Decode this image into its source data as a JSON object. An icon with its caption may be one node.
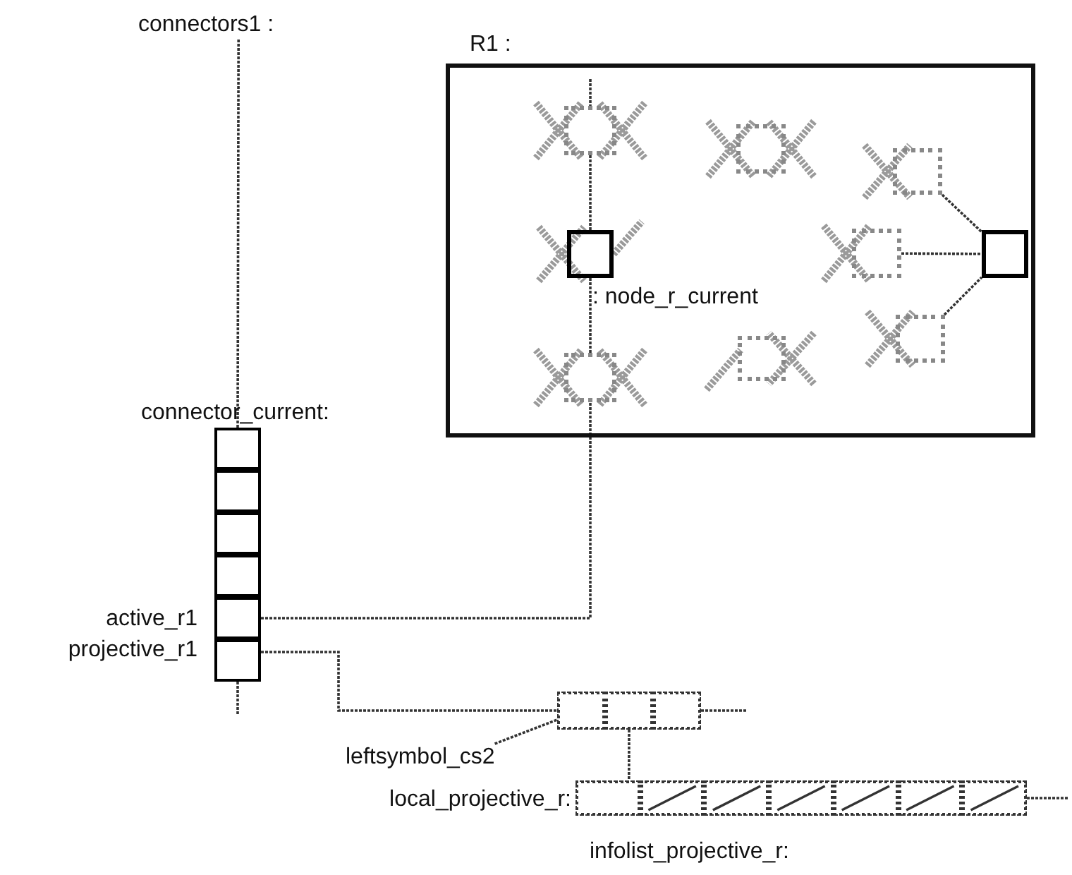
{
  "diagram": {
    "nodes": [
      {
        "text": [
          "connectors1  :"
        ]
      },
      {
        "text": [
          "connector_current:"
        ]
      },
      {
        "text": [],
        "shape": "box",
        "in": 1
      },
      {
        "text": [],
        "shape": "box",
        "in": 1
      },
      {
        "text": [],
        "shape": "box",
        "in": 1
      },
      {
        "text": [],
        "shape": "box",
        "in": 1
      },
      {
        "text": [],
        "shape": "box",
        "in": 1,
        "beside": [
          "active_r1"
        ]
      },
      {
        "text": [],
        "shape": "box",
        "in": 1,
        "beside": [
          "projective_r1"
        ]
      },
      {
        "text": [
          "R1  :"
        ]
      },
      {
        "text": [],
        "shape": "box",
        "in": 8
      },
      {
        "text": [],
        "shape": "box",
        "in": 8,
        "beside": [
          ":  node_r_current"
        ]
      },
      {
        "text": [],
        "shape": "box",
        "in": 8
      },
      {
        "text": [],
        "shape": "box",
        "in": 8
      },
      {
        "text": [],
        "shape": "box",
        "in": 8
      },
      {
        "text": [],
        "shape": "box",
        "in": 8
      },
      {
        "text": [],
        "shape": "box",
        "in": 8
      },
      {
        "text": [],
        "shape": "box",
        "in": 8
      },
      {
        "text": [],
        "shape": "box",
        "in": 8
      },
      {
        "text": [],
        "shape": "box"
      },
      {
        "text": [],
        "shape": "box",
        "in": 18
      },
      {
        "text": [],
        "shape": "box",
        "in": 18
      },
      {
        "text": [],
        "shape": "box",
        "in": 18
      },
      {
        "text": [
          "leftsymbol_cs2"
        ]
      },
      {
        "text": [
          "local_projective_r:"
        ],
        "beside": [
          "infolist_projective_r:"
        ]
      },
      {
        "text": [],
        "shape": "box",
        "in": 23
      },
      {
        "text": [],
        "shape": "box",
        "in": 23
      },
      {
        "text": [],
        "shape": "box",
        "in": 23
      },
      {
        "text": [],
        "shape": "box",
        "in": 23
      },
      {
        "text": [],
        "shape": "box",
        "in": 23
      },
      {
        "text": [],
        "shape": "box",
        "in": 23
      },
      {
        "text": [],
        "shape": "box",
        "in": 23
      }
    ],
    "edges": [
      {
        "from": 0,
        "to": 1,
        "arrow": "none"
      },
      {
        "from": 1,
        "to": null,
        "arrow": "none"
      },
      {
        "from": null,
        "to": 9,
        "arrow": "none"
      },
      {
        "from": 9,
        "to": 10,
        "arrow": "none"
      },
      {
        "from": 10,
        "to": 11,
        "arrow": "none"
      },
      {
        "from": 6,
        "to": 11,
        "arrow": "none"
      },
      {
        "from": 14,
        "to": 17,
        "arrow": "none"
      },
      {
        "from": 15,
        "to": 17,
        "arrow": "none"
      },
      {
        "from": 16,
        "to": 17,
        "arrow": "none"
      },
      {
        "from": 7,
        "to": 19,
        "arrow": "none"
      },
      {
        "from": 22,
        "to": 19,
        "arrow": "none"
      },
      {
        "from": 20,
        "to": 24,
        "arrow": "none"
      },
      {
        "from": 21,
        "to": null,
        "arrow": "none"
      },
      {
        "from": 30,
        "to": null,
        "arrow": "none"
      }
    ]
  }
}
